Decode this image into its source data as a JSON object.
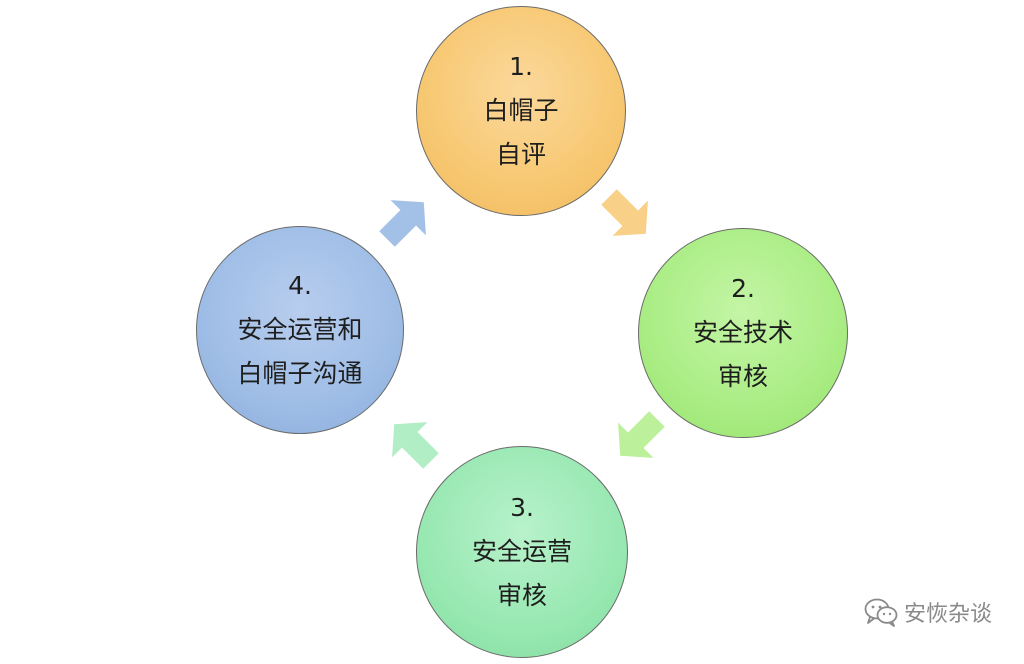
{
  "nodes": [
    {
      "number": "1.",
      "line1": "白帽子",
      "line2": "自评",
      "color": "#f7c872"
    },
    {
      "number": "2.",
      "line1": "安全技术",
      "line2": "审核",
      "color": "#aaed84"
    },
    {
      "number": "3.",
      "line1": "安全运营",
      "line2": "审核",
      "color": "#98e8b2"
    },
    {
      "number": "4.",
      "line1": "安全运营和",
      "line2": "白帽子沟通",
      "color": "#9ebde6"
    }
  ],
  "arrows": [
    {
      "from": "1",
      "to": "2",
      "color": "#f7c872"
    },
    {
      "from": "2",
      "to": "3",
      "color": "#b6ee90"
    },
    {
      "from": "3",
      "to": "4",
      "color": "#a8ebbf"
    },
    {
      "from": "4",
      "to": "1",
      "color": "#9ebde6"
    }
  ],
  "watermark": {
    "text": "安恢杂谈",
    "icon": "wechat-icon"
  }
}
